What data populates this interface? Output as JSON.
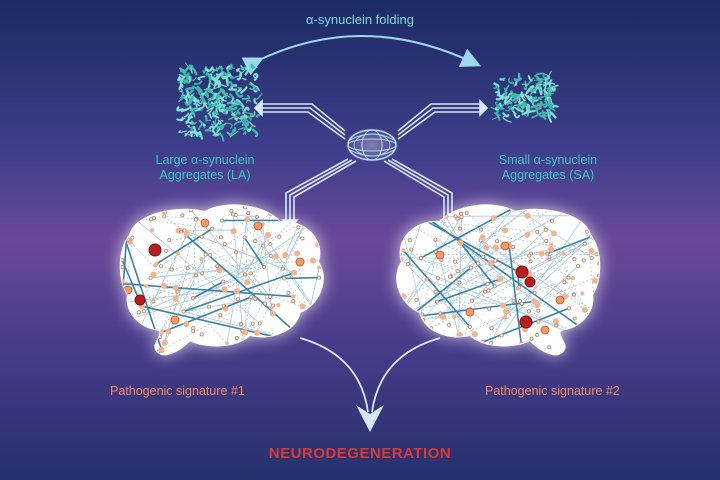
{
  "title": "α-synuclein folding",
  "large_aggregates": {
    "line1": "Large α-synuclein",
    "line2": "Aggregates (LA)"
  },
  "small_aggregates": {
    "line1": "Small α-synuclein",
    "line2": "Aggregates (SA)"
  },
  "signature_1": "Pathogenic signature #1",
  "signature_2": "Pathogenic signature #2",
  "outcome": "NEURODEGENERATION",
  "colors": {
    "teal": "#3cc7c7",
    "arrow": "#9fd6f0",
    "signature": "#f08a63",
    "outcome": "#d63a3a",
    "node_red": "#b81e1e",
    "node_orange": "#f29a6a"
  }
}
